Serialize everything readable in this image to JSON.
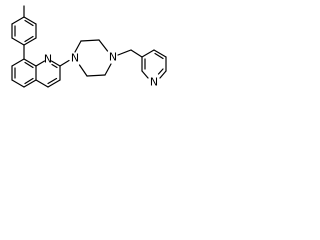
{
  "molecule": {
    "atoms": {
      "quinoline_n": "N",
      "piperazine_n1": "N",
      "piperazine_n4": "N",
      "pyridine_n": "N"
    }
  }
}
